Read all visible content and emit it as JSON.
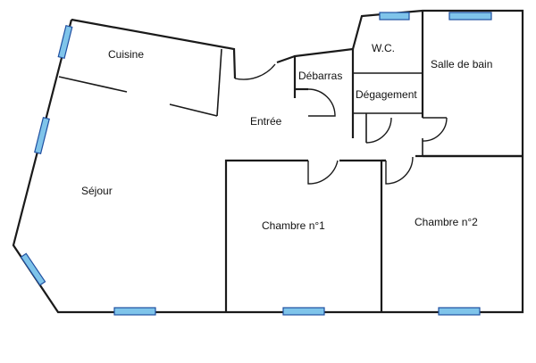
{
  "plan": {
    "rooms": [
      {
        "id": "cuisine",
        "label": "Cuisine"
      },
      {
        "id": "debarras",
        "label": "Débarras"
      },
      {
        "id": "wc",
        "label": "W.C."
      },
      {
        "id": "salle-de-bain",
        "label": "Salle de bain"
      },
      {
        "id": "degagement",
        "label": "Dégagement"
      },
      {
        "id": "entree",
        "label": "Entrée"
      },
      {
        "id": "sejour",
        "label": "Séjour"
      },
      {
        "id": "chambre-1",
        "label": "Chambre n°1"
      },
      {
        "id": "chambre-2",
        "label": "Chambre n°2"
      }
    ],
    "colors": {
      "wall": "#1a1a1a",
      "window_fill": "#7fc4ea",
      "window_stroke": "#1f4fa0",
      "background": "#ffffff"
    }
  }
}
